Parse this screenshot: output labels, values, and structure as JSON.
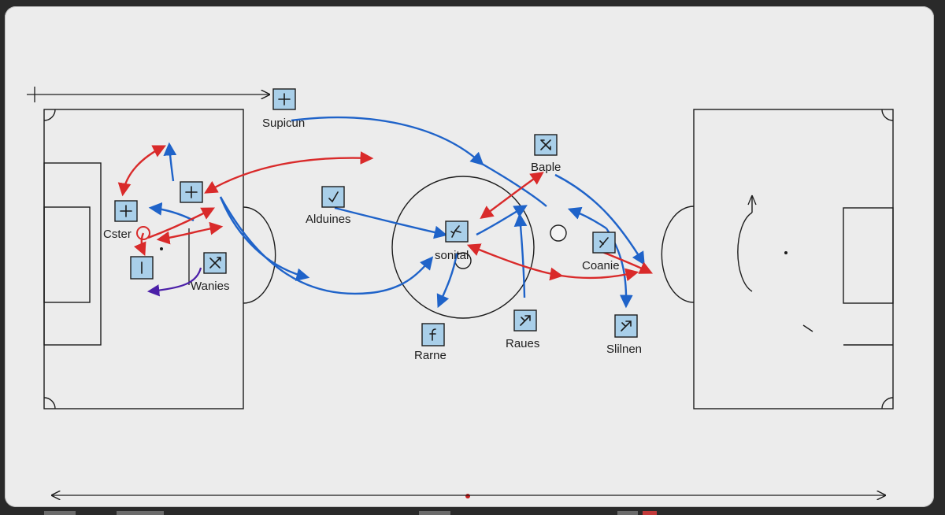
{
  "board": {
    "background": "#ececec",
    "line_color": "#1c1c1c",
    "blue_arrow_color": "#1f63c9",
    "red_arrow_color": "#d92a2a",
    "purple_arrow_color": "#4b1fa8",
    "player_fill": "#a9cfe9"
  },
  "players": [
    {
      "id": "p1",
      "label": "Supicun",
      "icon": "plus-icon"
    },
    {
      "id": "p2",
      "label": "",
      "icon": "plus-icon"
    },
    {
      "id": "p3",
      "label": "Cster",
      "icon": "plus-icon"
    },
    {
      "id": "p4",
      "label": "",
      "icon": "bar-icon"
    },
    {
      "id": "p5",
      "label": "Wanies",
      "icon": "x-arrow-icon"
    },
    {
      "id": "p6",
      "label": "Alduines",
      "icon": "check-arrow-icon"
    },
    {
      "id": "p7",
      "label": "sonital",
      "icon": "run-icon"
    },
    {
      "id": "p8",
      "label": "Rarne",
      "icon": "f-icon"
    },
    {
      "id": "p9",
      "label": "Baple",
      "icon": "cross-arrows-icon"
    },
    {
      "id": "p10",
      "label": "Coanie",
      "icon": "slash-icon"
    },
    {
      "id": "p11",
      "label": "Raues",
      "icon": "diagonal-arrow-icon"
    },
    {
      "id": "p12",
      "label": "Slilnen",
      "icon": "diagonal-arrow-icon"
    }
  ]
}
